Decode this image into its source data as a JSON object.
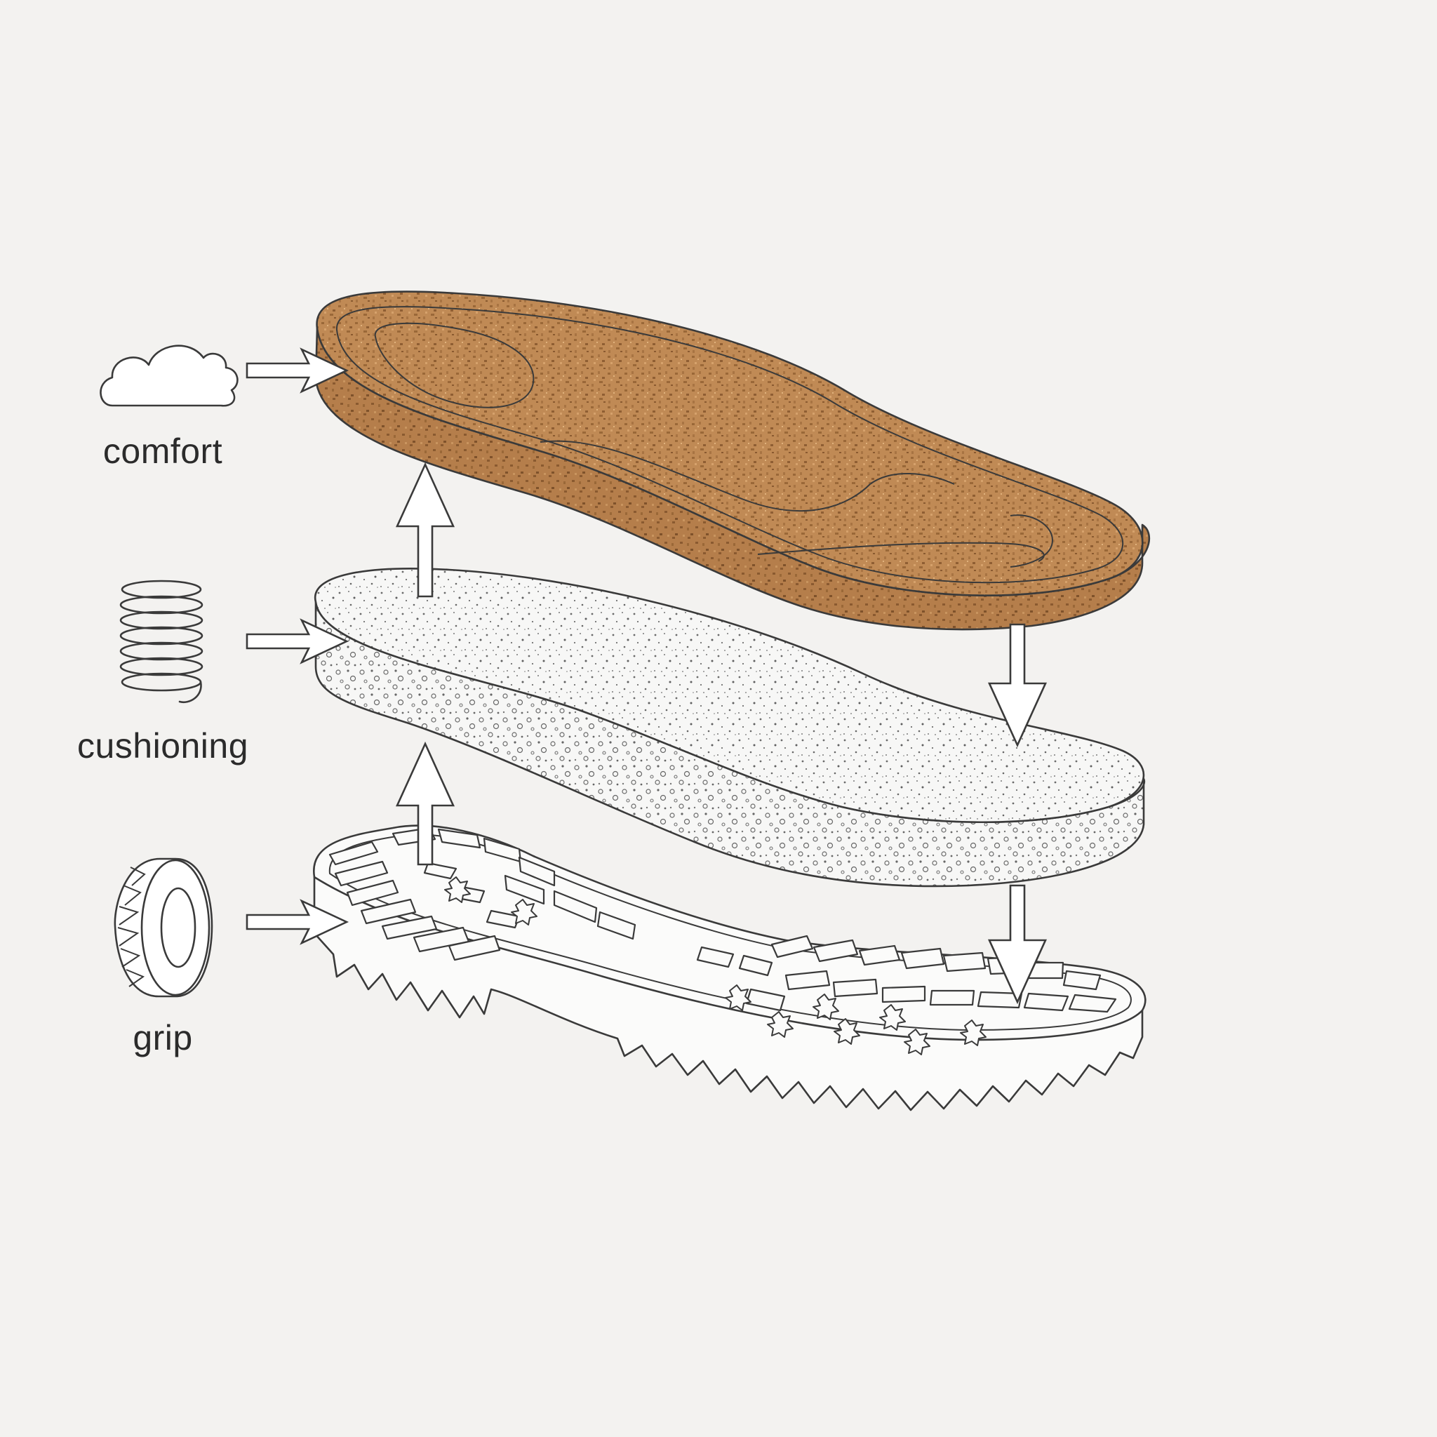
{
  "layers": [
    {
      "id": "insole",
      "label": "comfort",
      "icon": "cloud-icon",
      "material": "cork"
    },
    {
      "id": "midsole",
      "label": "cushioning",
      "icon": "spring-icon",
      "material": "foam"
    },
    {
      "id": "outsole",
      "label": "grip",
      "icon": "tire-icon",
      "material": "rubber"
    }
  ],
  "colors": {
    "background": "#f3f2f0",
    "line": "#3a3a3a",
    "cork": "#c08a55",
    "cork_dark": "#8f5e33",
    "foam": "#f7f7f6",
    "rubber": "#fbfbfa"
  }
}
